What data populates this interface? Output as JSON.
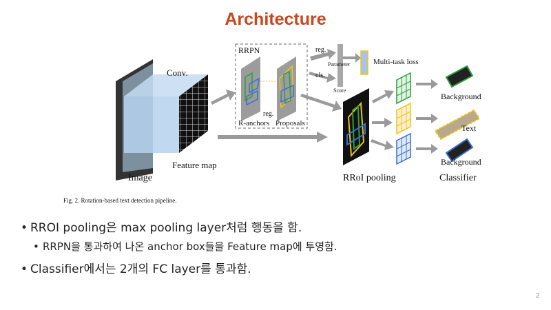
{
  "slide": {
    "title": "Architecture",
    "page_number": "2"
  },
  "figure": {
    "conv": "Conv.",
    "image": "Image",
    "feature_map": "Feature map",
    "rrpn": "RRPN",
    "reg_small": "reg.",
    "r_anchors": "R-anchors",
    "proposals": "Proposals",
    "reg": "reg.",
    "cls": "cls.",
    "parameter": "Parameter",
    "score": "Score",
    "multitask_loss": "Multi-task loss",
    "rroi_pooling": "RRoI pooling",
    "classifier": "Classifier",
    "background_top": "Background",
    "text": "Text",
    "background_bottom": "Background",
    "caption": "Fig. 2.  Rotation-based text detection pipeline.",
    "colors": {
      "green": "#2e9e3a",
      "yellow": "#f0c020",
      "blue": "#3a6fd0",
      "accent": "#c8471e"
    }
  },
  "bullets": [
    {
      "level": 1,
      "text": "RROI pooling은 max pooling layer처럼 행동을 함."
    },
    {
      "level": 2,
      "text": "RRPN을 통과하여 나온 anchor box들을 Feature map에 투영함."
    },
    {
      "level": 1,
      "text": "Classifier에서는 2개의 FC layer를 통과함."
    }
  ]
}
